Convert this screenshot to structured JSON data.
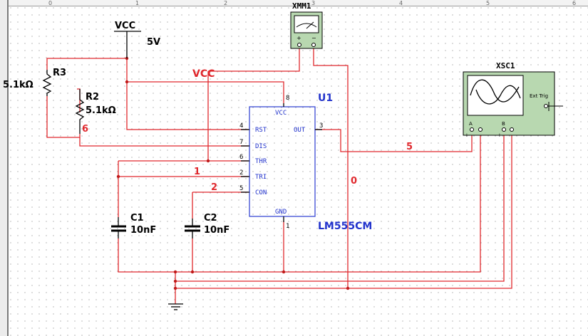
{
  "ruler": {
    "ticks": [
      "0",
      "1",
      "2",
      "3",
      "4",
      "5",
      "6"
    ]
  },
  "supply": {
    "name": "VCC",
    "voltage": "5V"
  },
  "nets": {
    "vcc": "VCC",
    "n1": "1",
    "n2": "2",
    "n5": "5",
    "n6": "6",
    "n0": "0"
  },
  "r3": {
    "ref": "R3",
    "value": "5.1kΩ"
  },
  "r2": {
    "ref": "R2",
    "value": "5.1kΩ"
  },
  "c1": {
    "ref": "C1",
    "value": "10nF"
  },
  "c2": {
    "ref": "C2",
    "value": "10nF"
  },
  "u1": {
    "ref": "U1",
    "model": "LM555CM",
    "pins": {
      "vcc": "VCC",
      "rst": "RST",
      "out": "OUT",
      "dis": "DIS",
      "thr": "THR",
      "tri": "TRI",
      "con": "CON",
      "gnd": "GND"
    },
    "pin_numbers": {
      "p8": "8",
      "p4": "4",
      "p3": "3",
      "p7": "7",
      "p6": "6",
      "p2": "2",
      "p5": "5",
      "p1": "1"
    }
  },
  "xmm1": {
    "ref": "XMM1",
    "plus": "+",
    "minus": "−"
  },
  "xsc1": {
    "ref": "XSC1",
    "ext_trig": "Ext Trig",
    "ch_a": "A",
    "ch_b": "B",
    "plus": "+",
    "minus": "−"
  },
  "colors": {
    "wire": "#e0282d",
    "component": "#000000",
    "ic": "#2a3bd0",
    "instrument_body": "#b8d8b0"
  }
}
